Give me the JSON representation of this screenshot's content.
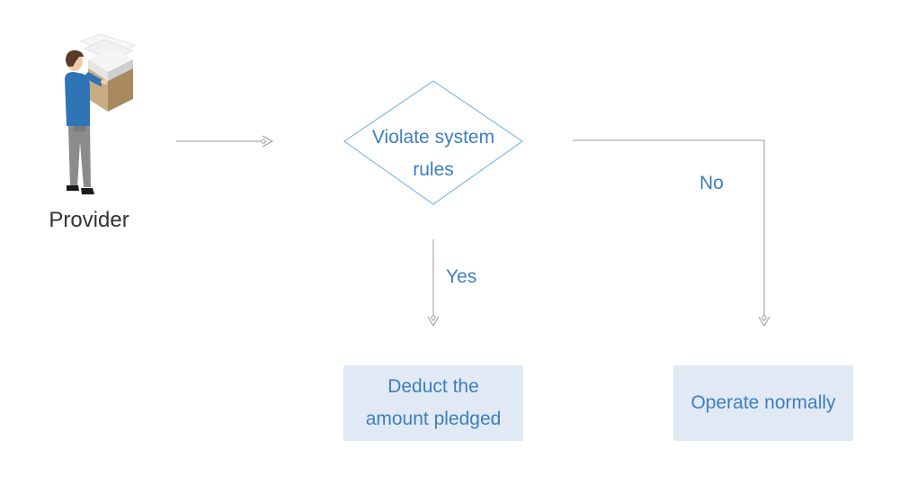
{
  "actor": {
    "label": "Provider",
    "icon": "person-carrying-box-icon"
  },
  "decision": {
    "line1": "Violate system",
    "line2": "rules"
  },
  "branches": {
    "yes_label": "Yes",
    "no_label": "No"
  },
  "outcomes": {
    "deduct": {
      "line1": "Deduct the",
      "line2": "amount pledged"
    },
    "operate": {
      "line1": "Operate normally"
    }
  },
  "colors": {
    "accent_text": "#3c7fc0",
    "diamond_stroke": "#6aaee8",
    "connector": "#999999",
    "box_fill": "#e1e9f4",
    "actor_label": "#333333"
  }
}
